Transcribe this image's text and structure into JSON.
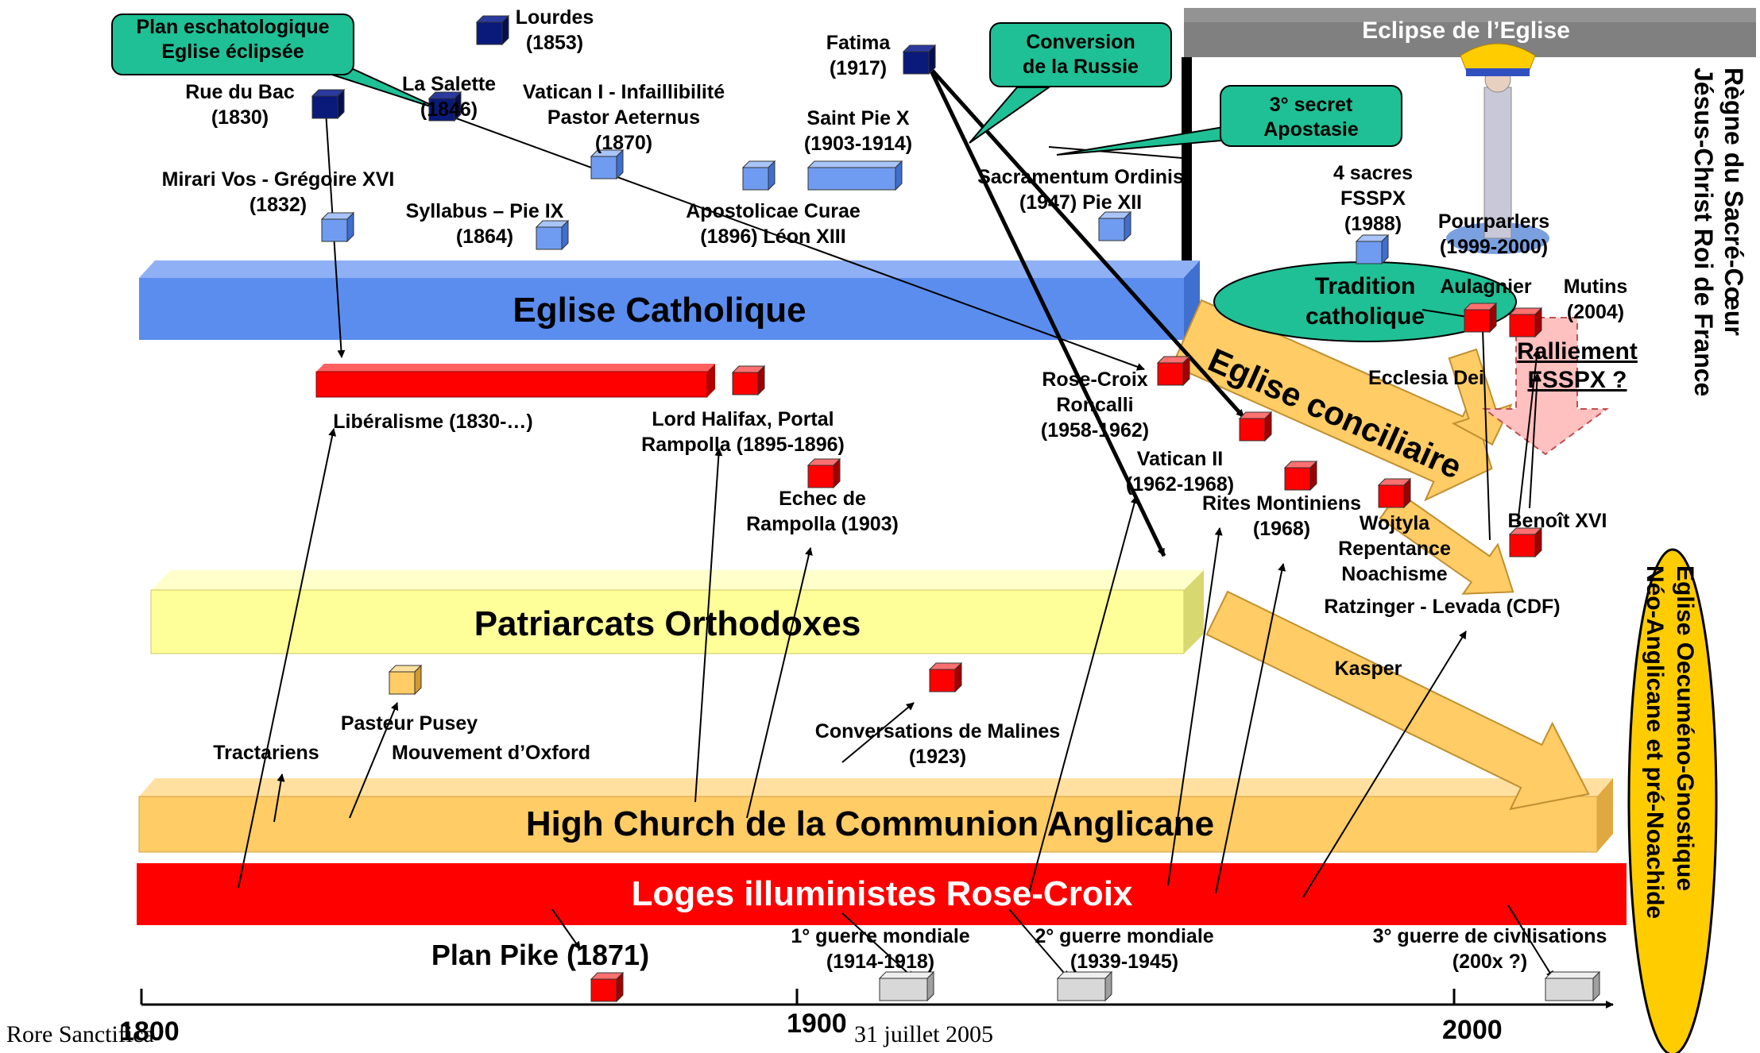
{
  "bands": {
    "eclipse": "Eclipse de l’Eglise",
    "catholique": "Eglise Catholique",
    "orthodoxes": "Patriarcats Orthodoxes",
    "anglican": "High Church de la Communion Anglicane",
    "loges": "Loges illuministes Rose-Croix",
    "conciliaire": "Eglise conciliaire",
    "oecumeno": "Eglise Oecuméno-Gnostique",
    "neo": "Néo-Anglicane et pré-Noachide",
    "tradition_1": "Tradition",
    "tradition_2": "catholique"
  },
  "callouts": {
    "plan_1": "Plan eschatologique",
    "plan_2": "Eglise éclipsée",
    "conversion_1": "Conversion",
    "conversion_2": "de la Russie",
    "secret_1": "3° secret",
    "secret_2": "Apostasie"
  },
  "vertical": {
    "regne_1": "Règne du Sacré-Cœur",
    "regne_2": "Jésus-Christ Roi de France"
  },
  "labels": {
    "lourdes": [
      "Lourdes",
      "(1853)"
    ],
    "salette": [
      "La Salette",
      "(1846)"
    ],
    "ruebac": [
      "Rue du Bac",
      "(1830)"
    ],
    "vatican1": [
      "Vatican I - Infaillibilité",
      "Pastor Aeternus",
      "(1870)"
    ],
    "fatima": [
      "Fatima",
      "(1917)"
    ],
    "piex": [
      "Saint Pie X",
      "(1903-1914)"
    ],
    "mirari": [
      "Mirari Vos - Grégoire XVI",
      "(1832)"
    ],
    "syllabus": [
      "Syllabus – Pie IX",
      "(1864)"
    ],
    "apostolicae": [
      "Apostolicae Curae",
      "(1896) Léon XIII"
    ],
    "sacramentum": [
      "Sacramentum Ordinis",
      "(1947) Pie XII"
    ],
    "sacres": [
      "4 sacres",
      "FSSPX",
      "(1988)"
    ],
    "pourparlers": [
      "Pourparlers",
      "(1999-2000)"
    ],
    "aulagnier": [
      "Aulagnier"
    ],
    "mutins": [
      "Mutins",
      "(2004)"
    ],
    "ralliement": [
      "Ralliement",
      "FSSPX ?"
    ],
    "ecclesia": [
      "Ecclesia Dei"
    ],
    "liberalisme": [
      "Libéralisme (1830-…)"
    ],
    "halifax": [
      "Lord Halifax, Portal",
      "Rampolla (1895-1896)"
    ],
    "echec": [
      "Echec de",
      "Rampolla (1903)"
    ],
    "rosecroix": [
      "Rose-Croix",
      "Roncalli",
      "(1958-1962)"
    ],
    "vatican2": [
      "Vatican II",
      "(1962-1968)"
    ],
    "rites": [
      "Rites Montiniens",
      "(1968)"
    ],
    "wojtyla": [
      "Wojtyla",
      "Repentance",
      "Noachisme"
    ],
    "benoit": [
      "Benoît XVI"
    ],
    "ratzinger": [
      "Ratzinger - Levada (CDF)"
    ],
    "kasper": [
      "Kasper"
    ],
    "pusey": [
      "Pasteur Pusey"
    ],
    "tractariens": [
      "Tractariens"
    ],
    "oxford": [
      "Mouvement d’Oxford"
    ],
    "malines": [
      "Conversations de Malines",
      "(1923)"
    ],
    "pike": [
      "Plan Pike (1871)"
    ],
    "ww1": [
      "1° guerre mondiale",
      "(1914-1918)"
    ],
    "ww2": [
      "2° guerre mondiale",
      "(1939-1945)"
    ],
    "ww3": [
      "3° guerre de civilisations",
      "(200x ?)"
    ]
  },
  "axis": {
    "t1800": "1800",
    "t1900": "1900",
    "t2000": "2000"
  },
  "footer": {
    "left": "Rore Sanctifica",
    "center": "31 juillet 2005"
  },
  "colors": {
    "catholic": "#5b8def",
    "orthodox": "#ffff99",
    "anglican": "#ffcc66",
    "loges": "#ff0000",
    "apparition": "#0a1a7a",
    "teal": "#1fc095",
    "gold": "#ffcc00"
  }
}
